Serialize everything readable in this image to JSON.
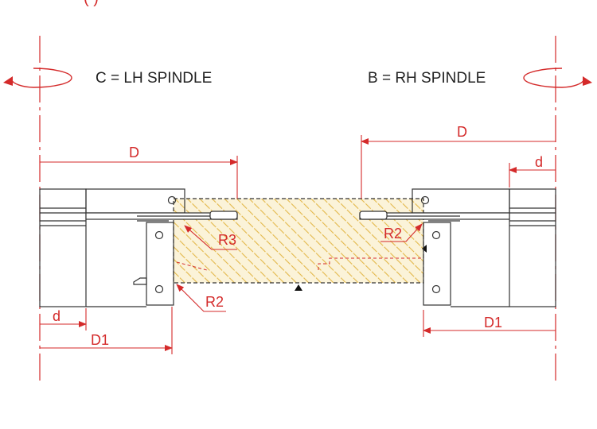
{
  "title_fragment": "(          )",
  "labels": {
    "lh_spindle": "C = LH SPINDLE",
    "rh_spindle": "B = RH SPINDLE"
  },
  "dimensions": {
    "left_D": "D",
    "right_D": "D",
    "right_d": "d",
    "left_d": "d",
    "left_D1": "D1",
    "right_D1": "D1",
    "radius_R3": "R3",
    "radius_R2_right": "R2",
    "radius_R2_left": "R2"
  },
  "colors": {
    "dimension": "#d42a2a",
    "outline": "#333333",
    "hatch": "#e3b84a",
    "hatch_fill": "#fbf3d9"
  }
}
